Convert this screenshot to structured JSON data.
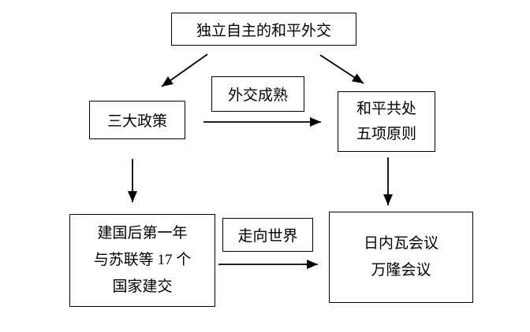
{
  "diagram": {
    "title": "独立自主的和平外交 flowchart",
    "background_color": "#ffffff",
    "line_color": "#000000",
    "nodes": {
      "root": {
        "text": "独立自主的和平外交"
      },
      "policies": {
        "text": "三大政策"
      },
      "maturity": {
        "text": "外交成熟"
      },
      "principles": {
        "line1": "和平共处",
        "line2": "五项原则"
      },
      "founding": {
        "line1": "建国后第一年",
        "line2": "与苏联等 17 个",
        "line3": "国家建交"
      },
      "world": {
        "text": "走向世界"
      },
      "conferences": {
        "line1": "日内瓦会议",
        "line2": "万隆会议"
      }
    },
    "edges": [
      {
        "from": "root",
        "to": "policies",
        "style": "diagonal-arrow"
      },
      {
        "from": "root",
        "to": "principles",
        "style": "diagonal-arrow"
      },
      {
        "from": "policies",
        "to": "principles",
        "style": "horizontal-arrow",
        "label": "外交成熟"
      },
      {
        "from": "policies",
        "to": "founding",
        "style": "vertical-arrow"
      },
      {
        "from": "principles",
        "to": "conferences",
        "style": "vertical-arrow"
      },
      {
        "from": "founding",
        "to": "conferences",
        "style": "horizontal-arrow",
        "label": "走向世界"
      }
    ]
  }
}
